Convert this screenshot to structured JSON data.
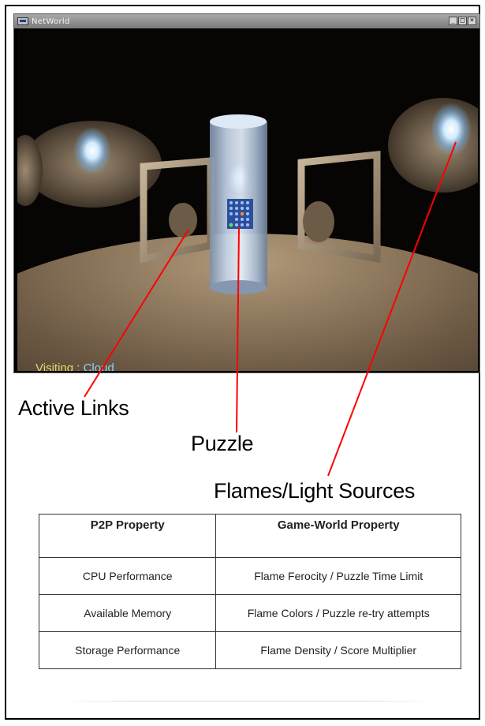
{
  "window": {
    "title": "NetWorld",
    "controls": [
      "_",
      "□",
      "×"
    ],
    "icon": "app-window-icon"
  },
  "scene": {
    "status_label": "Visiting :",
    "status_value": "Cloud"
  },
  "annotations": {
    "active_links": "Active Links",
    "puzzle": "Puzzle",
    "flames": "Flames/Light Sources",
    "line_color": "#ff0000"
  },
  "table": {
    "headers": [
      "P2P Property",
      "Game-World Property"
    ],
    "rows": [
      [
        "CPU Performance",
        "Flame Ferocity / Puzzle Time Limit"
      ],
      [
        "Available Memory",
        "Flame Colors / Puzzle re-try attempts"
      ],
      [
        "Storage Performance",
        "Flame Density / Score Multiplier"
      ]
    ]
  }
}
